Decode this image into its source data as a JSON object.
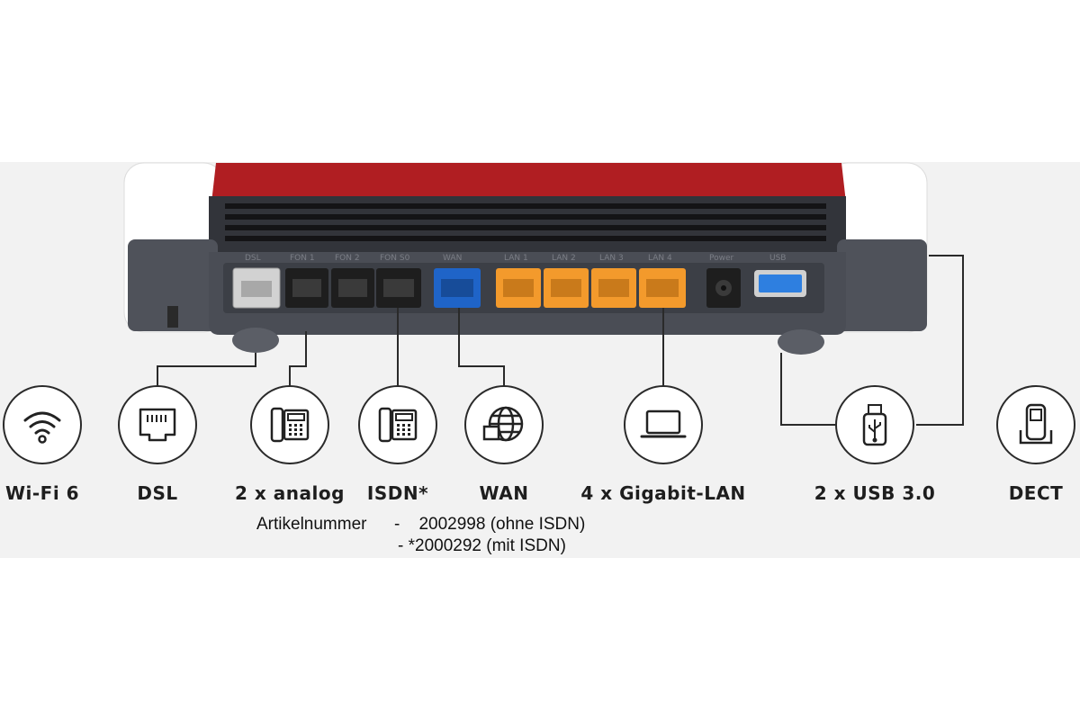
{
  "features": [
    {
      "icon": "wifi-icon",
      "label": "Wi-Fi 6"
    },
    {
      "icon": "ethernet-port-icon",
      "label": "DSL"
    },
    {
      "icon": "phone-icon",
      "label": "2 x analog"
    },
    {
      "icon": "phone-icon",
      "label": "ISDN*"
    },
    {
      "icon": "globe-icon",
      "label": "WAN"
    },
    {
      "icon": "laptop-icon",
      "label": "4 x Gigabit-LAN"
    },
    {
      "icon": "usb-stick-icon",
      "label": "2 x USB 3.0"
    },
    {
      "icon": "dect-handset-icon",
      "label": "DECT"
    }
  ],
  "article": {
    "label": "Artikelnummer",
    "line1": "-    2002998 (ohne ISDN)",
    "line2": "- *2000292 (mit ISDN)"
  },
  "port_labels": [
    "DSL",
    "FON 1",
    "FON 2",
    "FON S0",
    "WAN",
    "LAN 1",
    "LAN 2",
    "LAN 3",
    "LAN 4",
    "Power",
    "USB"
  ],
  "colors": {
    "red_top": "#b01e22",
    "body_dark": "#4a4d55",
    "dsl_port": "#d2d2d2",
    "wan_port": "#1f64c8",
    "lan_port": "#f39a2c",
    "usb_port": "#2e7fe0"
  }
}
